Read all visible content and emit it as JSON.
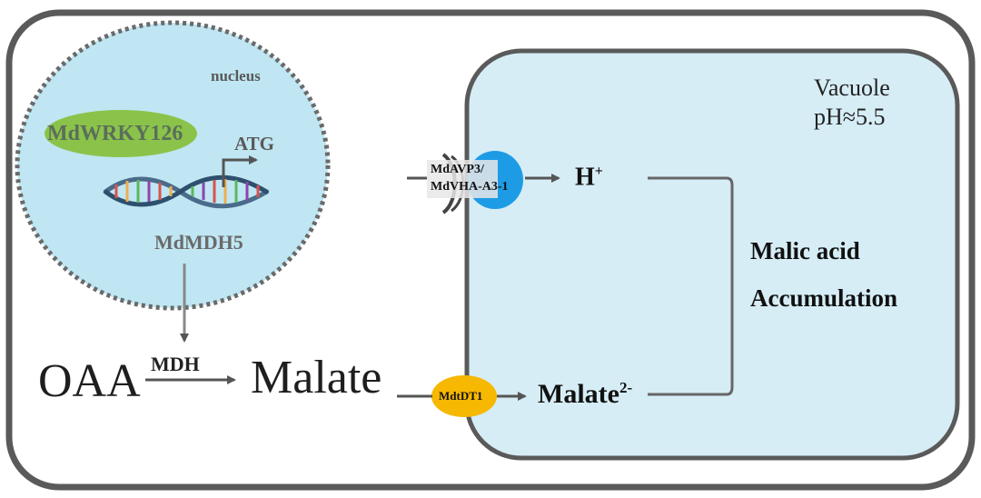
{
  "compartments": {
    "nucleus_label": "nucleus",
    "vacuole_label": "Vacuole",
    "vacuole_ph": "pH≈5.5"
  },
  "nucleus": {
    "transcription_factor": "MdWRKY126",
    "start_codon": "ATG",
    "gene": "MdMDH5"
  },
  "cytosol": {
    "substrate": "OAA",
    "enzyme": "MDH",
    "product": "Malate"
  },
  "transporters": {
    "proton_pump_line1": "MdAVP3/",
    "proton_pump_line2": "MdVHA-A3-1",
    "malate_transporter": "MdtDT1"
  },
  "vacuole_contents": {
    "proton": "H",
    "proton_charge": "+",
    "malate_ion": "Malate",
    "malate_charge": "2-",
    "result_line1": "Malic acid",
    "result_line2": "Accumulation"
  },
  "colors": {
    "nucleus_fill": "#bfe6f2",
    "vacuole_fill": "#d6edf6",
    "tf_ellipse": "#8bc34a",
    "pump": "#1e9be5",
    "transporter": "#f6b800",
    "outline": "#555555"
  }
}
